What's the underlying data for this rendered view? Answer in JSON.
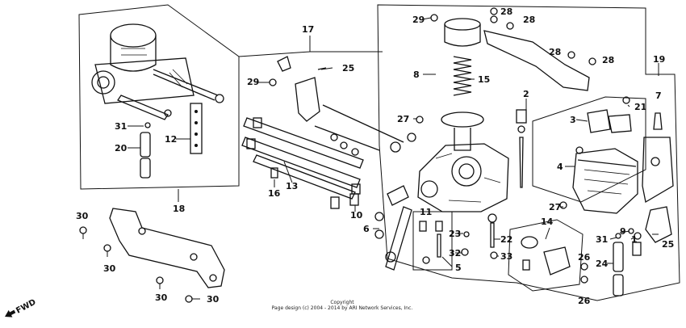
{
  "callouts": [
    {
      "id": "c17",
      "text": "17"
    },
    {
      "id": "c25a",
      "text": "25"
    },
    {
      "id": "c29a",
      "text": "29"
    },
    {
      "id": "c31a",
      "text": "31"
    },
    {
      "id": "c12",
      "text": "12"
    },
    {
      "id": "c20",
      "text": "20"
    },
    {
      "id": "c18",
      "text": "18"
    },
    {
      "id": "c16",
      "text": "16"
    },
    {
      "id": "c13",
      "text": "13"
    },
    {
      "id": "c10",
      "text": "10"
    },
    {
      "id": "c6",
      "text": "6"
    },
    {
      "id": "c30a",
      "text": "30"
    },
    {
      "id": "c30b",
      "text": "30"
    },
    {
      "id": "c30c",
      "text": "30"
    },
    {
      "id": "c30d",
      "text": "30"
    },
    {
      "id": "c29b",
      "text": "29"
    },
    {
      "id": "c28a",
      "text": "28"
    },
    {
      "id": "c28b",
      "text": "28"
    },
    {
      "id": "c28c",
      "text": "28"
    },
    {
      "id": "c28d",
      "text": "28"
    },
    {
      "id": "c8",
      "text": "8"
    },
    {
      "id": "c15",
      "text": "15"
    },
    {
      "id": "c27a",
      "text": "27"
    },
    {
      "id": "c2",
      "text": "2"
    },
    {
      "id": "c19",
      "text": "19"
    },
    {
      "id": "c21",
      "text": "21"
    },
    {
      "id": "c7",
      "text": "7"
    },
    {
      "id": "c3",
      "text": "3"
    },
    {
      "id": "c4",
      "text": "4"
    },
    {
      "id": "c27b",
      "text": "27"
    },
    {
      "id": "c11",
      "text": "11"
    },
    {
      "id": "c23",
      "text": "23"
    },
    {
      "id": "c22",
      "text": "22"
    },
    {
      "id": "c32",
      "text": "32"
    },
    {
      "id": "c33",
      "text": "33"
    },
    {
      "id": "c5",
      "text": "5"
    },
    {
      "id": "c14",
      "text": "14"
    },
    {
      "id": "c9",
      "text": "9"
    },
    {
      "id": "c31b",
      "text": "31"
    },
    {
      "id": "c1",
      "text": "1"
    },
    {
      "id": "c25b",
      "text": "25"
    },
    {
      "id": "c26a",
      "text": "26"
    },
    {
      "id": "c26b",
      "text": "26"
    },
    {
      "id": "c24",
      "text": "24"
    }
  ],
  "fwd_label": "FWD",
  "copyright": {
    "line1": "Copyright",
    "line2": "Page design (c) 2004 - 2014 by ARI Network Services, Inc."
  }
}
